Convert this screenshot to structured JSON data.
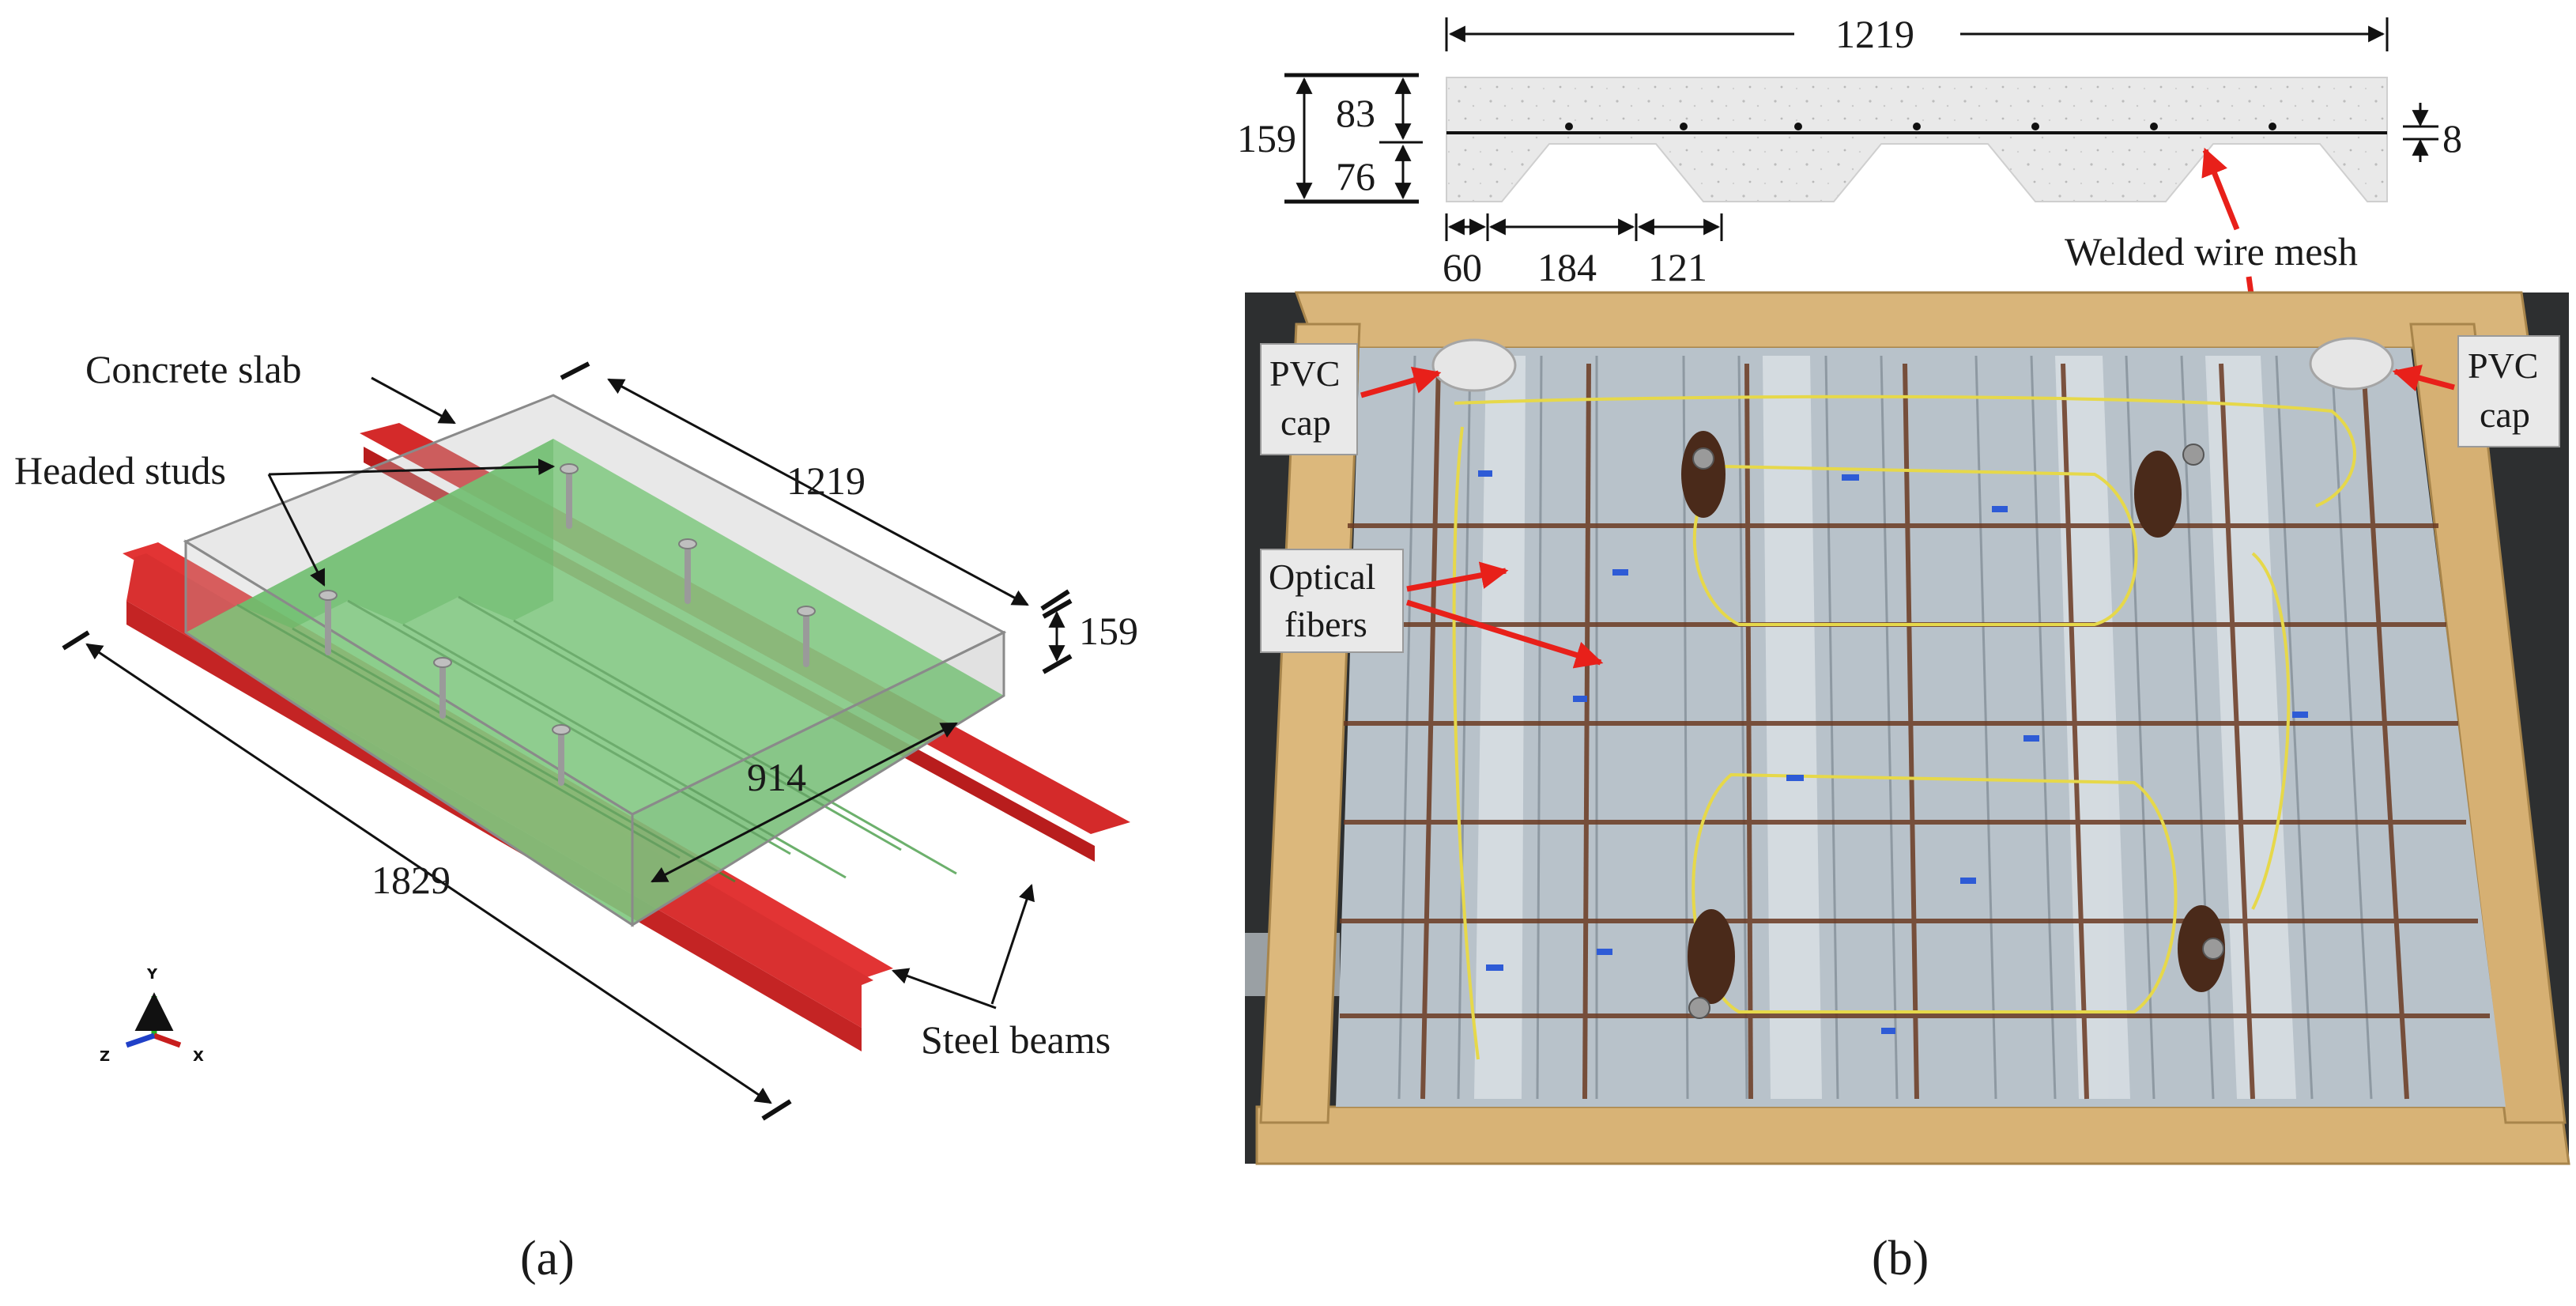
{
  "panel_a": {
    "caption": "(a)",
    "labels": {
      "concrete_slab": "Concrete slab",
      "headed_studs": "Headed studs",
      "steel_beams": "Steel beams"
    },
    "dimensions": {
      "width": "1219",
      "depth": "159",
      "beam_spacing": "914",
      "length": "1829"
    },
    "axis_triad": {
      "y": "Y",
      "z": "Z",
      "x": "X"
    },
    "colors": {
      "slab": "#c9c9c9",
      "deck": "#4fd24f",
      "beams": "#e03030"
    }
  },
  "panel_b": {
    "caption": "(b)",
    "section_dimensions": {
      "width": "1219",
      "total_depth": "159",
      "top": "83",
      "rib": "76",
      "cover": "8",
      "a": "60",
      "b": "184",
      "c": "121"
    },
    "labels": {
      "welded_wire_mesh": "Welded wire mesh",
      "pvc_cap_left": "PVC\ncap",
      "pvc_cap_right": "PVC\ncap",
      "optical_fibers": "Optical\nfibers"
    },
    "colors": {
      "arrows": "#e8201a",
      "formwork": "#d9b57a",
      "deck": "#b9c3cc",
      "fiber": "#e6d84a"
    }
  }
}
